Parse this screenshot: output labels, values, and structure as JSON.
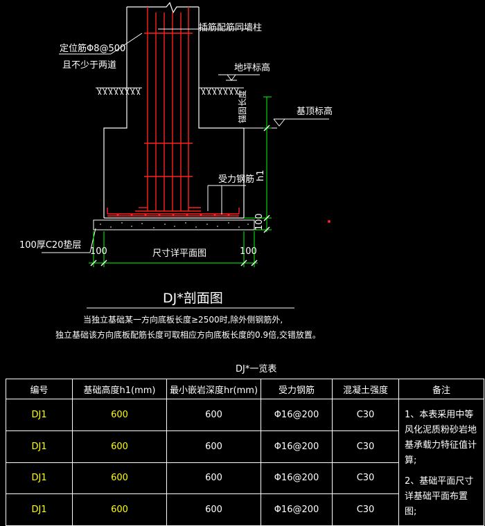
{
  "labels": {
    "wall_rebar": "插筋配筋同墙柱",
    "position_bar_line1": "定位筋Φ8@500",
    "position_bar_line2": "且不少于两道",
    "ground_level": "地坪标高",
    "base_top_level": "基顶标高",
    "anchor": "锚固长度",
    "main_rebar": "受力钢筋",
    "h1": "h1",
    "dim_100_right": "100",
    "pad_label": "100厚C20垫层",
    "dim_left": "100",
    "dim_center": "尺寸详平面图",
    "dim_right": "100"
  },
  "title": "DJ*剖面图",
  "notes": {
    "line1": "当独立基础某一方向底板长度≥2500时,除外侧钢筋外,",
    "line2": "独立基础该方向底板配筋长度可取相应方向底板长度的0.9倍,交错放置。"
  },
  "table": {
    "caption": "DJ*一览表",
    "headers": [
      "编号",
      "基础高度h1(mm)",
      "最小嵌岩深度hr(mm)",
      "受力钢筋",
      "混凝土强度",
      "备注"
    ],
    "rows": [
      [
        "DJ1",
        "600",
        "600",
        "Φ16@200",
        "C30"
      ],
      [
        "DJ1",
        "600",
        "600",
        "Φ16@200",
        "C30"
      ],
      [
        "DJ1",
        "600",
        "600",
        "Φ16@200",
        "C30"
      ],
      [
        "DJ1",
        "600",
        "600",
        "Φ16@200",
        "C30"
      ]
    ],
    "remarks": [
      "1、本表采用中等风化泥质粉砂岩地基承载力特征值计算;",
      "2、基础平面尺寸详基础平面布置图;"
    ]
  },
  "colors": {
    "background": "#000000",
    "line": "#ffffff",
    "rebar": "#ff0000",
    "dimension": "#00ff00",
    "highlight": "#ffff00"
  }
}
